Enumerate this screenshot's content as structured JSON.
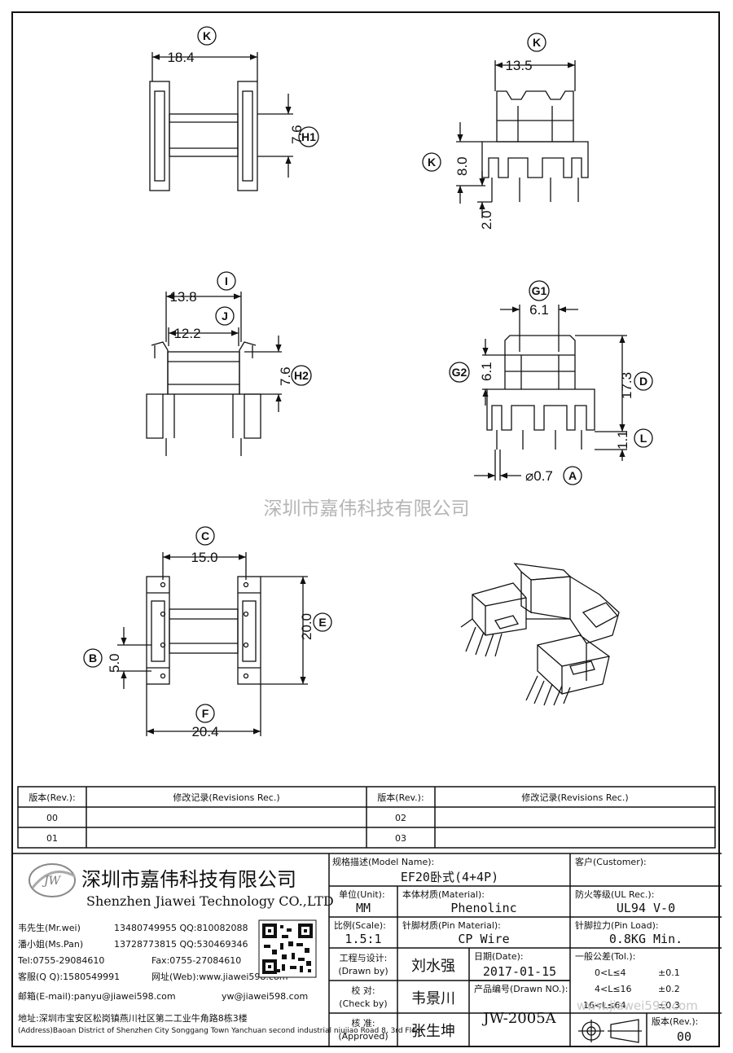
{
  "dimensions": {
    "top_left": {
      "bubble": "K",
      "width": "18.4",
      "height": "7.6",
      "height_bubble": "H1"
    },
    "top_right": {
      "bubble_top": "K",
      "width": "13.5",
      "bubble_side": "K",
      "height": "8.0",
      "pin": "2.0"
    },
    "mid_left": {
      "bubble_i": "I",
      "width_i": "13.8",
      "bubble_j": "J",
      "width_j": "12.2",
      "height": "7.6",
      "height_bubble": "H2"
    },
    "mid_right": {
      "bubble_g1": "G1",
      "width_g1": "6.1",
      "bubble_g2": "G2",
      "height_g2": "6.1",
      "height_d": "17.3",
      "bubble_d": "D",
      "height_l": "1.1",
      "bubble_l": "L",
      "pin_dia": "⌀0.7",
      "bubble_a": "A"
    },
    "bottom_left": {
      "bubble_c": "C",
      "width_c": "15.0",
      "bubble_e": "E",
      "height_e": "20.0",
      "bubble_b": "B",
      "height_b": "5.0",
      "bubble_f": "F",
      "width_f": "20.4"
    }
  },
  "watermark": "深圳市嘉伟科技有限公司",
  "revisions": {
    "col_rev": "版本(Rev.):",
    "col_rec": "修改记录(Revisions Rec.)",
    "rows_left": [
      "00",
      "01"
    ],
    "rows_right": [
      "02",
      "03"
    ]
  },
  "company": {
    "logo_text": "JW",
    "name_cn": "深圳市嘉伟科技有限公司",
    "name_en": "Shenzhen Jiawei Technology CO.,LTD",
    "contacts": [
      {
        "label": "韦先生(Mr.wei)",
        "value": "13480749955 QQ:810082088"
      },
      {
        "label": "潘小姐(Ms.Pan)",
        "value": "13728773815 QQ:530469346"
      },
      {
        "label": "Tel:0755-29084610",
        "value": "Fax:0755-27084610"
      },
      {
        "label": "客服(Q Q):1580549991",
        "value": "网址(Web):www.jiawei598.com"
      },
      {
        "label": "邮箱(E-mail):panyu@jiawei598.com",
        "value": "yw@jiawei598.com"
      }
    ],
    "address_cn": "地址:深圳市宝安区松岗镇燕川社区第二工业牛角路8栋3楼",
    "address_en": "(Address)Baoan District of Shenzhen City Songgang Town Yanchuan  second industrial niujiao Road 8, 3rd Floor"
  },
  "title_block": {
    "model_label": "规格描述(Model Name):",
    "model_value": "EF20卧式(4+4P)",
    "customer_label": "客户(Customer):",
    "customer_value": "",
    "unit_label": "单位(Unit):",
    "unit_value": "MM",
    "material_label": "本体材质(Material):",
    "material_value": "Phenolinc",
    "ul_label": "防火等级(UL Rec.):",
    "ul_value": "UL94 V-0",
    "scale_label": "比例(Scale):",
    "scale_value": "1.5:1",
    "pin_mat_label": "针脚材质(Pin Material):",
    "pin_mat_value": "CP Wire",
    "pin_load_label": "针脚拉力(Pin Load):",
    "pin_load_value": "0.8KG Min.",
    "drawn_label_cn": "工程与设计:",
    "drawn_label_en": "(Drawn by)",
    "drawn_value": "刘水强",
    "date_label": "日期(Date):",
    "date_value": "2017-01-15",
    "tol_label": "一般公差(Tol.):",
    "tol_rows": [
      {
        "range": "0<L≤4",
        "tol": "±0.1"
      },
      {
        "range": "4<L≤16",
        "tol": "±0.2"
      },
      {
        "range": "16<L≤64",
        "tol": "±0.3"
      }
    ],
    "check_label_cn": "校   对:",
    "check_label_en": "(Check by)",
    "check_value": "韦景川",
    "drawn_no_label": "产品编号(Drawn NO.):",
    "approved_label_cn": "核   准:",
    "approved_label_en": "(Approved)",
    "approved_value": "张生坤",
    "drawn_no_value": "JW-2005A",
    "rev_label": "版本(Rev.):",
    "rev_value": "00",
    "web_watermark": "www.jiawei598.com"
  }
}
